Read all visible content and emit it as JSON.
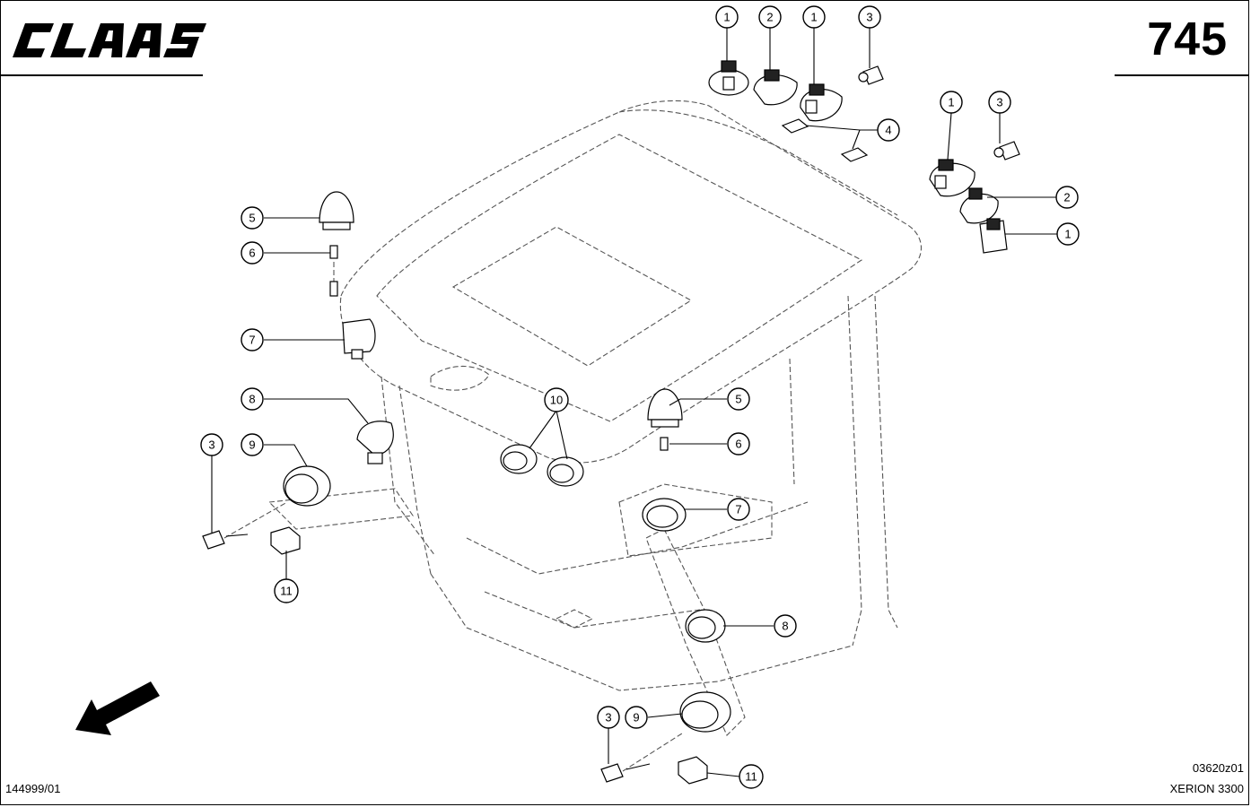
{
  "header": {
    "brand": "CLAAS",
    "page_number": "745"
  },
  "footer": {
    "doc_number": "144999/01",
    "drawing_code": "03620z01",
    "model": "XERION 3300"
  },
  "callouts": [
    {
      "id": "c-top-1a",
      "label": "1"
    },
    {
      "id": "c-top-2",
      "label": "2"
    },
    {
      "id": "c-top-1b",
      "label": "1"
    },
    {
      "id": "c-top-3",
      "label": "3"
    },
    {
      "id": "c-top-4",
      "label": "4"
    },
    {
      "id": "c-right-1a",
      "label": "1"
    },
    {
      "id": "c-right-3",
      "label": "3"
    },
    {
      "id": "c-right-2",
      "label": "2"
    },
    {
      "id": "c-right-1b",
      "label": "1"
    },
    {
      "id": "c-left-5",
      "label": "5"
    },
    {
      "id": "c-left-6",
      "label": "6"
    },
    {
      "id": "c-left-7",
      "label": "7"
    },
    {
      "id": "c-left-8",
      "label": "8"
    },
    {
      "id": "c-left-3",
      "label": "3"
    },
    {
      "id": "c-left-9",
      "label": "9"
    },
    {
      "id": "c-left-11",
      "label": "11"
    },
    {
      "id": "c-mid-10",
      "label": "10"
    },
    {
      "id": "c-mid-5",
      "label": "5"
    },
    {
      "id": "c-mid-6",
      "label": "6"
    },
    {
      "id": "c-mid-7",
      "label": "7"
    },
    {
      "id": "c-mid-8",
      "label": "8"
    },
    {
      "id": "c-bot-3",
      "label": "3"
    },
    {
      "id": "c-bot-9",
      "label": "9"
    },
    {
      "id": "c-bot-11",
      "label": "11"
    }
  ]
}
